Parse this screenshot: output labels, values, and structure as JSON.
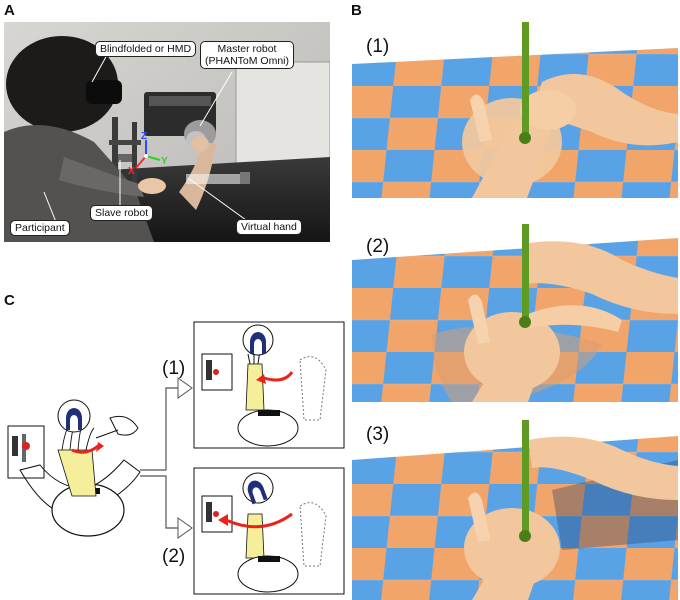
{
  "panels": {
    "a": {
      "letter": "A"
    },
    "b": {
      "letter": "B"
    },
    "c": {
      "letter": "C"
    }
  },
  "photo_labels": {
    "blindfolded": "Blindfolded or HMD",
    "master_line1": "Master robot",
    "master_line2": "(PHANToM Omni)",
    "participant": "Participant",
    "slave": "Slave robot",
    "virtual_hand": "Virtual hand"
  },
  "axes": {
    "z": "Z",
    "y": "Y",
    "x": "X"
  },
  "vr_frames": [
    {
      "label": "(1)"
    },
    {
      "label": "(2)"
    },
    {
      "label": "(3)"
    }
  ],
  "diagram_labels": {
    "cond1": "(1)",
    "cond2": "(2)"
  },
  "colors": {
    "checker_orange": "#f2a56a",
    "checker_blue": "#5aa2e6",
    "rod_green": "#5f9a22",
    "skin": "#f2c79d",
    "arrow_red": "#e8241c",
    "hand_yellow": "#f5ef9c",
    "robot_navy": "#1f2f7a"
  }
}
